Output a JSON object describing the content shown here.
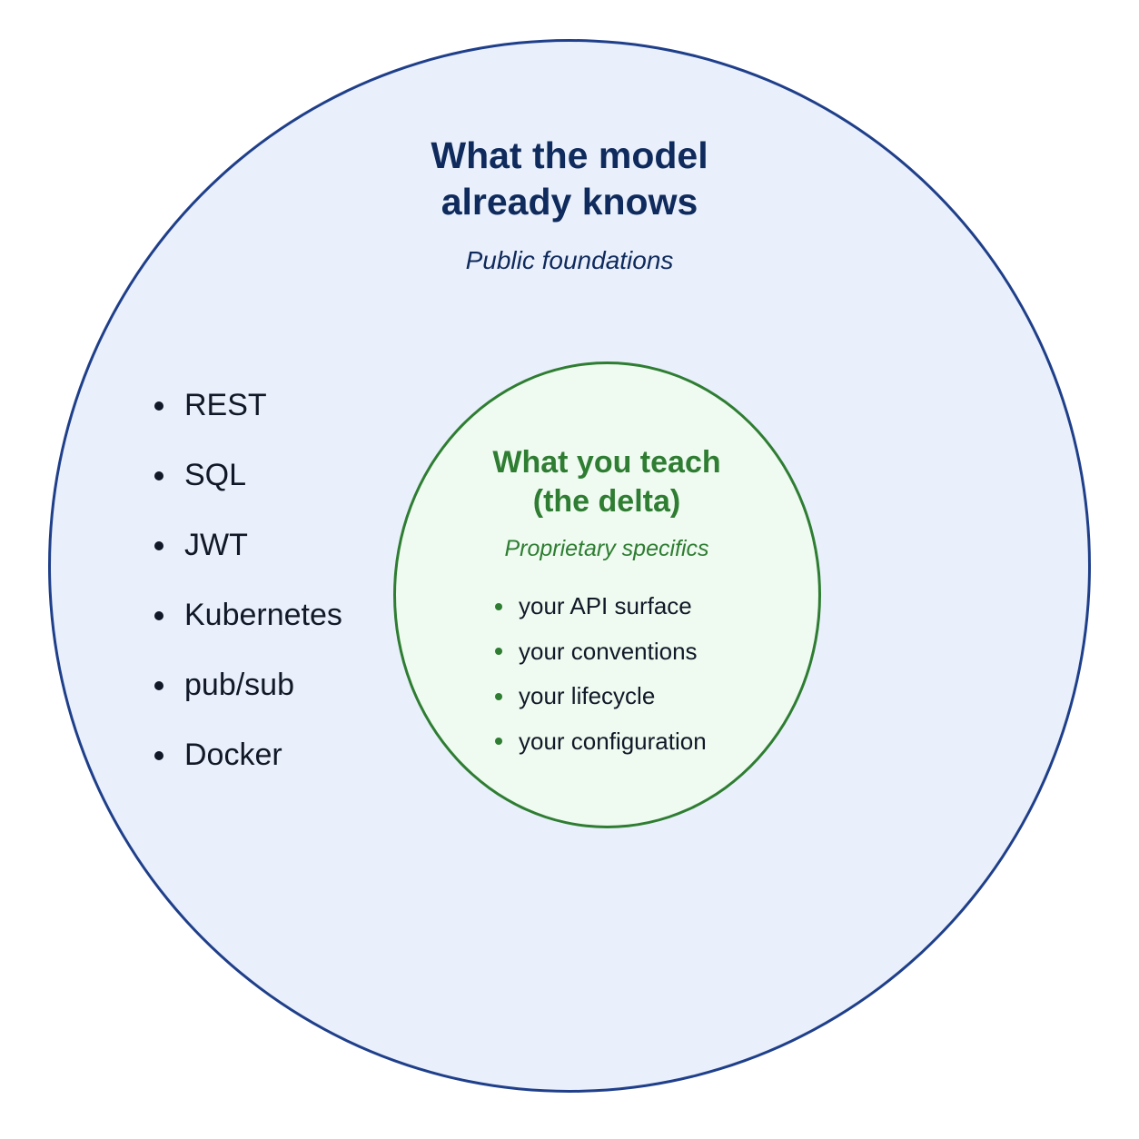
{
  "outer": {
    "title": "What the model\nalready knows",
    "subtitle": "Public foundations",
    "items": [
      "REST",
      "SQL",
      "JWT",
      "Kubernetes",
      "pub/sub",
      "Docker"
    ]
  },
  "inner": {
    "title": "What you teach\n(the delta)",
    "subtitle": "Proprietary specifics",
    "items": [
      "your API surface",
      "your conventions",
      "your lifecycle",
      "your configuration"
    ]
  },
  "colors": {
    "outer_fill": "#e9f0fb",
    "outer_stroke": "#1f3f8a",
    "outer_text": "#0f2a5c",
    "inner_fill": "#effaf0",
    "inner_stroke": "#2e7d32",
    "inner_text": "#2e7d32"
  }
}
